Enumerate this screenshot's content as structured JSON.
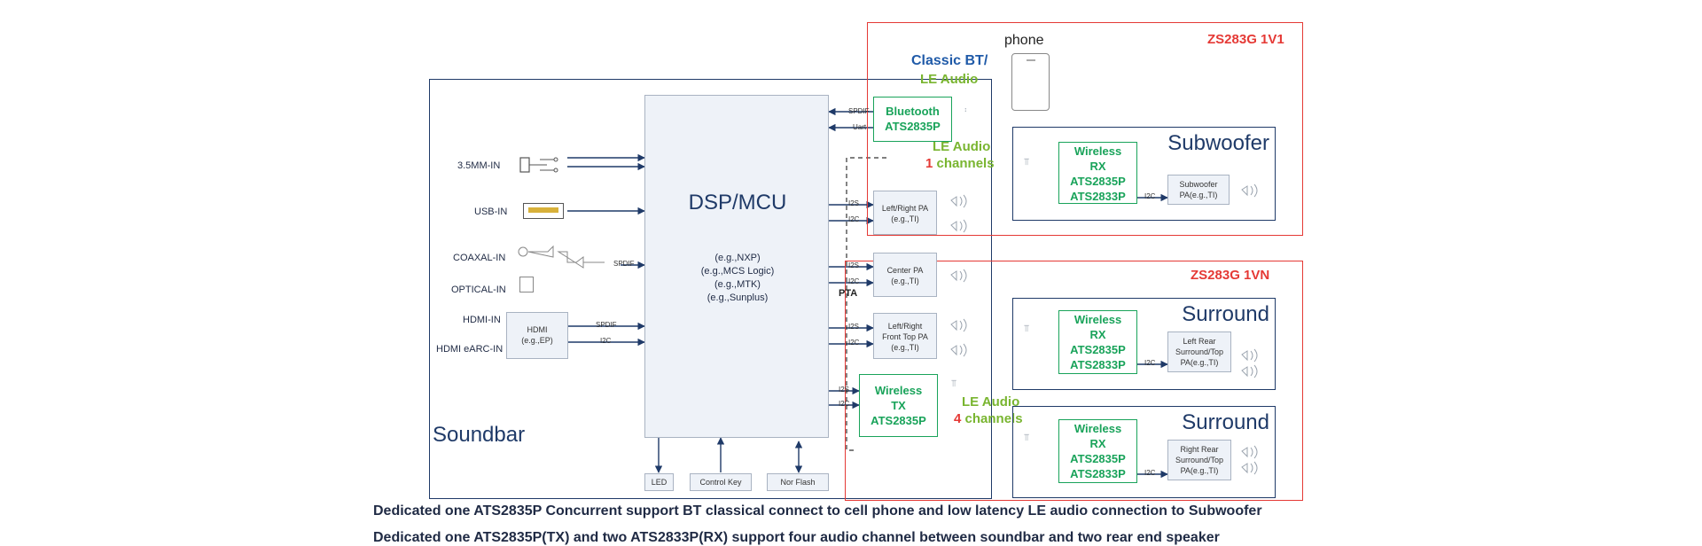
{
  "soundbar": {
    "label": "Soundbar",
    "dsp": {
      "title": "DSP/MCU",
      "examples": [
        "(e.g.,NXP)",
        "(e.g.,MCS Logic)",
        "(e.g.,MTK)",
        "(e.g.,Sunplus)"
      ]
    },
    "inputs": [
      "3.5MM-IN",
      "USB-IN",
      "COAXAL-IN",
      "OPTICAL-IN",
      "HDMI-IN",
      "HDMI eARC-IN"
    ],
    "hdmi_box": {
      "line1": "HDMI",
      "line2": "(e.g.,EP)"
    },
    "signals": {
      "spdif": "SPDIF",
      "i2c": "I2C",
      "i2s": "I2S",
      "uart": "Uart",
      "pta": "PTA"
    },
    "pa_boxes": [
      {
        "line1": "Left/Right  PA",
        "line2": "(e.g.,TI)"
      },
      {
        "line1": "Center PA",
        "line2": "(e.g.,TI)"
      },
      {
        "line1": "Left/Right",
        "line2": "Front Top PA",
        "line3": "(e.g.,TI)"
      }
    ],
    "bluetooth": {
      "line1": "Bluetooth",
      "line2": "ATS2835P"
    },
    "wireless_tx": {
      "line1": "Wireless",
      "line2": "TX",
      "line3": "ATS2835P"
    },
    "bottom": [
      "LED",
      "Control Key",
      "Nor Flash"
    ]
  },
  "labels": {
    "classic_bt": "Classic BT/",
    "le_audio": "LE Audio",
    "channels1_num": "1",
    "channels1_word": "channels",
    "channels4_num": "4",
    "channels4_word": "channels",
    "le_audio_1": "LE Audio",
    "le_audio_4": "LE Audio",
    "phone": "phone"
  },
  "zs1v1": {
    "title": "ZS283G 1V1",
    "subwoofer": {
      "title": "Subwoofer",
      "rx": {
        "line1": "Wireless",
        "line2": "RX",
        "line3": "ATS2835P",
        "line4": "ATS2833P"
      },
      "pa": {
        "line1": "Subwoofer",
        "line2": "PA(e.g.,TI)"
      }
    }
  },
  "zs1vn": {
    "title": "ZS283G 1VN",
    "surround_left": {
      "title": "Surround",
      "rx": {
        "line1": "Wireless",
        "line2": "RX",
        "line3": "ATS2835P",
        "line4": "ATS2833P"
      },
      "pa": {
        "line1": "Left Rear",
        "line2": "Surround/Top",
        "line3": "PA(e.g.,TI)"
      }
    },
    "surround_right": {
      "title": "Surround",
      "rx": {
        "line1": "Wireless",
        "line2": "RX",
        "line3": "ATS2835P",
        "line4": "ATS2833P"
      },
      "pa": {
        "line1": "Right Rear",
        "line2": "Surround/Top",
        "line3": "PA(e.g.,TI)"
      }
    }
  },
  "captions": [
    "Dedicated one ATS2835P Concurrent support BT classical connect to cell phone and low latency LE audio connection to Subwoofer",
    "Dedicated one ATS2835P(TX) and two ATS2833P(RX) support four audio channel between soundbar and two rear end speaker"
  ],
  "colors": {
    "navy": "#1f3a68",
    "red": "#e53935",
    "green": "#19a35a",
    "lime": "#79b530",
    "blue": "#1f5aa8"
  }
}
